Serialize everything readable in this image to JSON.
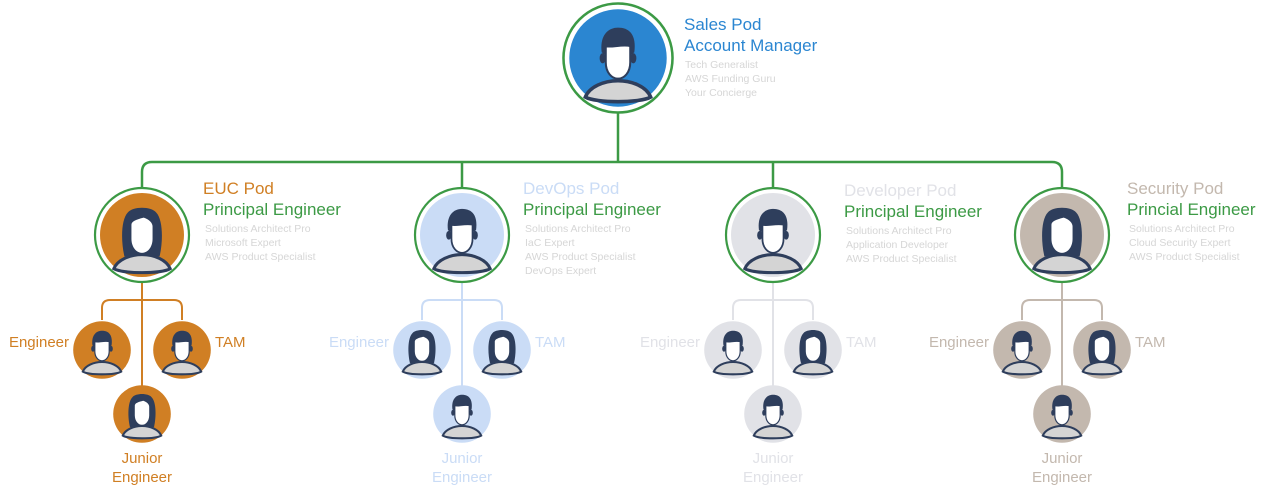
{
  "colors": {
    "connector_green": "#3c9a45",
    "avatar_dark": "#2e3e5c",
    "avatar_body": "#d4d4d4",
    "skill_text": "#d6d6d6"
  },
  "root": {
    "pod_name": "Sales Pod",
    "role": "Account Manager",
    "skills": [
      "Tech Generalist",
      "AWS Funding Guru",
      "Your Concierge"
    ],
    "bg_color": "#2b86d1",
    "text_color": "#2b86d1",
    "avatar": "male"
  },
  "pods": [
    {
      "id": "euc",
      "pod_name": "EUC Pod",
      "role": "Principal Engineer",
      "skills": [
        "Solutions Architect Pro",
        "Microsoft Expert",
        "AWS Product Specialist"
      ],
      "color": "#d07f24",
      "avatar": "female",
      "team": [
        {
          "label": "Engineer",
          "avatar": "male"
        },
        {
          "label": "TAM",
          "avatar": "male"
        },
        {
          "label_line1": "Junior",
          "label_line2": "Engineer",
          "avatar": "female"
        }
      ]
    },
    {
      "id": "devops",
      "pod_name": "DevOps Pod",
      "role": "Principal Engineer",
      "skills": [
        "Solutions Architect Pro",
        "IaC Expert",
        "AWS Product Specialist",
        "DevOps Expert"
      ],
      "color": "#cadcf6",
      "avatar": "male",
      "team": [
        {
          "label": "Engineer",
          "avatar": "female"
        },
        {
          "label": "TAM",
          "avatar": "female"
        },
        {
          "label_line1": "Junior",
          "label_line2": "Engineer",
          "avatar": "male"
        }
      ]
    },
    {
      "id": "developer",
      "pod_name": "Developer Pod",
      "role": "Principal Engineer",
      "skills": [
        "Solutions Architect Pro",
        "Application Developer",
        "AWS Product Specialist"
      ],
      "color": "#e1e2e7",
      "avatar": "male",
      "team": [
        {
          "label": "Engineer",
          "avatar": "male"
        },
        {
          "label": "TAM",
          "avatar": "female"
        },
        {
          "label_line1": "Junior",
          "label_line2": "Engineer",
          "avatar": "male"
        }
      ]
    },
    {
      "id": "security",
      "pod_name": "Security Pod",
      "role": "Princial Engineer",
      "skills": [
        "Solutions Architect Pro",
        "Cloud Security Expert",
        "AWS Product Specialist"
      ],
      "color": "#c3b8ae",
      "avatar": "female",
      "team": [
        {
          "label": "Engineer",
          "avatar": "male"
        },
        {
          "label": "TAM",
          "avatar": "female"
        },
        {
          "label_line1": "Junior",
          "label_line2": "Engineer",
          "avatar": "male"
        }
      ]
    }
  ]
}
